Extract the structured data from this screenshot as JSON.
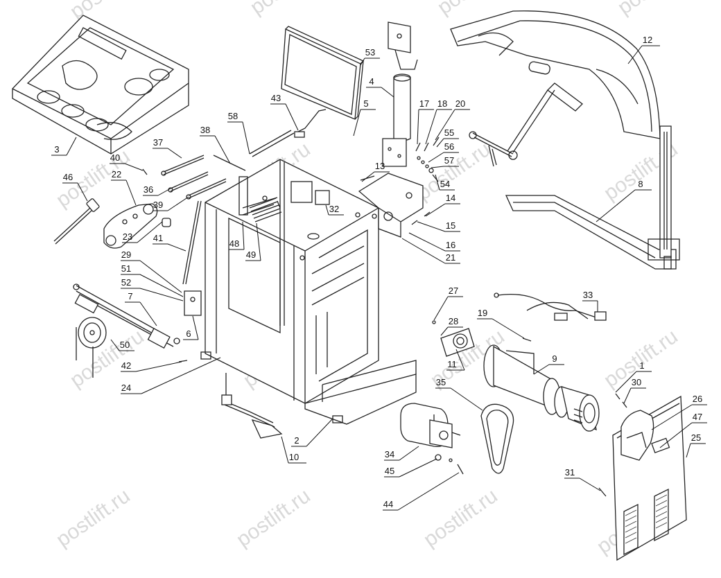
{
  "watermark": "postlift.ru",
  "callouts": [
    {
      "label": "1"
    },
    {
      "label": "2"
    },
    {
      "label": "3"
    },
    {
      "label": "4"
    },
    {
      "label": "5"
    },
    {
      "label": "6"
    },
    {
      "label": "7"
    },
    {
      "label": "8"
    },
    {
      "label": "9"
    },
    {
      "label": "10"
    },
    {
      "label": "11"
    },
    {
      "label": "12"
    },
    {
      "label": "13"
    },
    {
      "label": "14"
    },
    {
      "label": "15"
    },
    {
      "label": "16"
    },
    {
      "label": "17"
    },
    {
      "label": "18"
    },
    {
      "label": "19"
    },
    {
      "label": "20"
    },
    {
      "label": "21"
    },
    {
      "label": "22"
    },
    {
      "label": "23"
    },
    {
      "label": "24"
    },
    {
      "label": "25"
    },
    {
      "label": "26"
    },
    {
      "label": "27"
    },
    {
      "label": "28"
    },
    {
      "label": "29"
    },
    {
      "label": "30"
    },
    {
      "label": "31"
    },
    {
      "label": "32"
    },
    {
      "label": "33"
    },
    {
      "label": "34"
    },
    {
      "label": "35"
    },
    {
      "label": "36"
    },
    {
      "label": "37"
    },
    {
      "label": "38"
    },
    {
      "label": "39"
    },
    {
      "label": "40"
    },
    {
      "label": "41"
    },
    {
      "label": "42"
    },
    {
      "label": "43"
    },
    {
      "label": "44"
    },
    {
      "label": "45"
    },
    {
      "label": "46"
    },
    {
      "label": "47"
    },
    {
      "label": "48"
    },
    {
      "label": "49"
    },
    {
      "label": "50"
    },
    {
      "label": "51"
    },
    {
      "label": "52"
    },
    {
      "label": "53"
    },
    {
      "label": "54"
    },
    {
      "label": "55"
    },
    {
      "label": "56"
    },
    {
      "label": "57"
    },
    {
      "label": "58"
    }
  ]
}
